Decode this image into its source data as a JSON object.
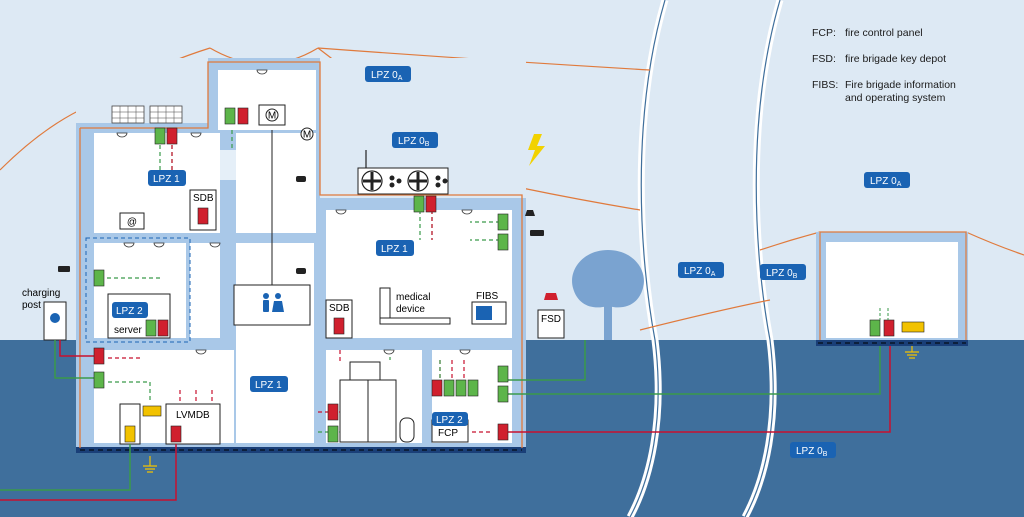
{
  "legend": [
    {
      "abbr": "FCP:",
      "text": "fire control panel"
    },
    {
      "abbr": "FSD:",
      "text": "fire brigade key depot"
    },
    {
      "abbr": "FIBS:",
      "text": "Fire brigade information",
      "text2": "and operating system"
    }
  ],
  "zones": [
    {
      "id": "lpz0a-roof",
      "main": "LPZ 0",
      "sub": "A"
    },
    {
      "id": "lpz0b-roof",
      "main": "LPZ 0",
      "sub": "B"
    },
    {
      "id": "lpz0a-sky",
      "main": "LPZ 0",
      "sub": "A"
    },
    {
      "id": "lpz1-left",
      "main": "LPZ 1",
      "sub": ""
    },
    {
      "id": "lpz1-right",
      "main": "LPZ 1",
      "sub": ""
    },
    {
      "id": "lpz1-bottom",
      "main": "LPZ 1",
      "sub": ""
    },
    {
      "id": "lpz2-server",
      "main": "LPZ 2",
      "sub": ""
    },
    {
      "id": "lpz2-fcp",
      "main": "LPZ 2",
      "sub": ""
    },
    {
      "id": "lpz0a-mid",
      "main": "LPZ 0",
      "sub": "A"
    },
    {
      "id": "lpz0b-mid",
      "main": "LPZ 0",
      "sub": "B"
    },
    {
      "id": "lpz0b-ground",
      "main": "LPZ 0",
      "sub": "B"
    }
  ],
  "labels": {
    "charging_line1": "charging",
    "charging_line2": "post",
    "server": "server",
    "sdb_top": "SDB",
    "sdb_mid": "SDB",
    "medical_line1": "medical",
    "medical_line2": "device",
    "fibs": "FIBS",
    "fsd": "FSD",
    "fcp": "FCP",
    "lvmdb": "LVMDB",
    "motor1": "M",
    "motor2": "M",
    "monitor": "@"
  },
  "colors": {
    "sky": "#dde9f4",
    "ground": "#3f6f9c",
    "wall": "#a9c8e8",
    "room": "#ffffff",
    "zone_badge": "#1a63b3",
    "lightning": "#e07a3c",
    "green_line": "#3a9a4a",
    "red_line": "#c8102e",
    "spd_green": "#5db54a",
    "spd_red": "#d0202e"
  }
}
